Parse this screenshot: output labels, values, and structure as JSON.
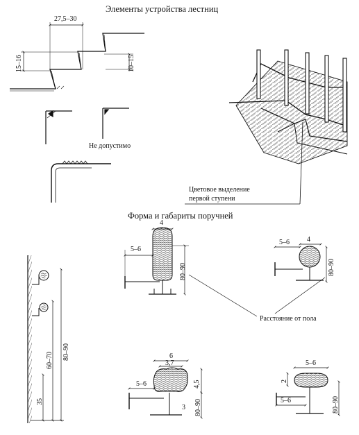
{
  "titles": {
    "stairs": "Элементы устройства лестниц",
    "handrails": "Форма и габариты поручней"
  },
  "labels": {
    "not_allowed": "Не допустимо",
    "color_highlight_line1": "Цветовое выделение",
    "color_highlight_line2": "первой ступени",
    "floor_distance": "Расстояние от пола"
  },
  "dims": {
    "tread": "27,5–30",
    "riser_max": "15–16",
    "riser_min": "10–15",
    "rail1_gap": "5–6",
    "rail1_width": "4",
    "rail1_height": "80–90",
    "rail2_gap": "5–6",
    "rail2_width": "4",
    "rail2_height": "80–90",
    "wall_h_upper": "80–90",
    "wall_h_lower": "60–70",
    "wall_h_base": "35",
    "rail3_top": "6",
    "rail3_inner": "3,7",
    "rail3_gap": "5–6",
    "rail3_thick": "4,5",
    "rail3_h": "80–90",
    "rail3_small": "3",
    "rail4_top": "5–6",
    "rail4_thick": "2",
    "rail4_gap": "5–6",
    "rail4_h": "80–90"
  }
}
